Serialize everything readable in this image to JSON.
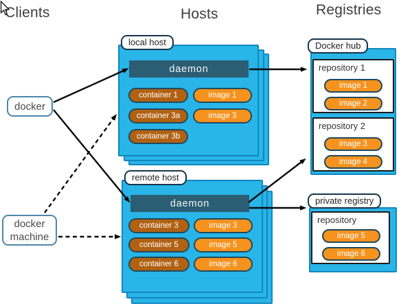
{
  "titles": {
    "clients": "Clients",
    "hosts": "Hosts",
    "registries": "Registries"
  },
  "clients": {
    "docker_label": "docker",
    "docker_machine_label": "docker machine"
  },
  "hosts": {
    "local": {
      "label": "local host",
      "daemon_label": "daemon",
      "containers": [
        "container 1",
        "container 3a",
        "container 3b"
      ],
      "images": [
        "image 1",
        "image 3"
      ]
    },
    "remote": {
      "label": "remote host",
      "daemon_label": "daemon",
      "containers": [
        "container 3",
        "container 5",
        "container 6"
      ],
      "images": [
        "image 3",
        "image 5",
        "image 6"
      ]
    }
  },
  "registries": {
    "docker_hub": {
      "label": "Docker hub",
      "repositories": [
        {
          "name": "repository 1",
          "images": [
            "image 1",
            "image 2"
          ]
        },
        {
          "name": "repository 2",
          "images": [
            "image 3",
            "image 4"
          ]
        }
      ]
    },
    "private_registry": {
      "label": "private registry",
      "repositories": [
        {
          "name": "repository",
          "images": [
            "image 5",
            "image 6"
          ]
        }
      ]
    }
  },
  "connections": [
    {
      "from": "docker",
      "to": "local host daemon",
      "style": "solid"
    },
    {
      "from": "docker",
      "to": "remote host daemon",
      "style": "solid"
    },
    {
      "from": "docker machine",
      "to": "local host",
      "style": "dashed"
    },
    {
      "from": "docker machine",
      "to": "remote host",
      "style": "dashed"
    },
    {
      "from": "local host daemon",
      "to": "repository 1",
      "style": "solid"
    },
    {
      "from": "remote host daemon",
      "to": "repository 2",
      "style": "solid"
    },
    {
      "from": "remote host daemon",
      "to": "private registry",
      "style": "solid"
    }
  ],
  "colors": {
    "host_panel_fill": "#29b5e8",
    "host_panel_border": "#1287bd",
    "daemon_fill": "#2b5e73",
    "container_fill": "#b16112",
    "image_fill": "#f6921e",
    "client_border": "#4d87aa",
    "arrow": "#0a0a0a"
  }
}
